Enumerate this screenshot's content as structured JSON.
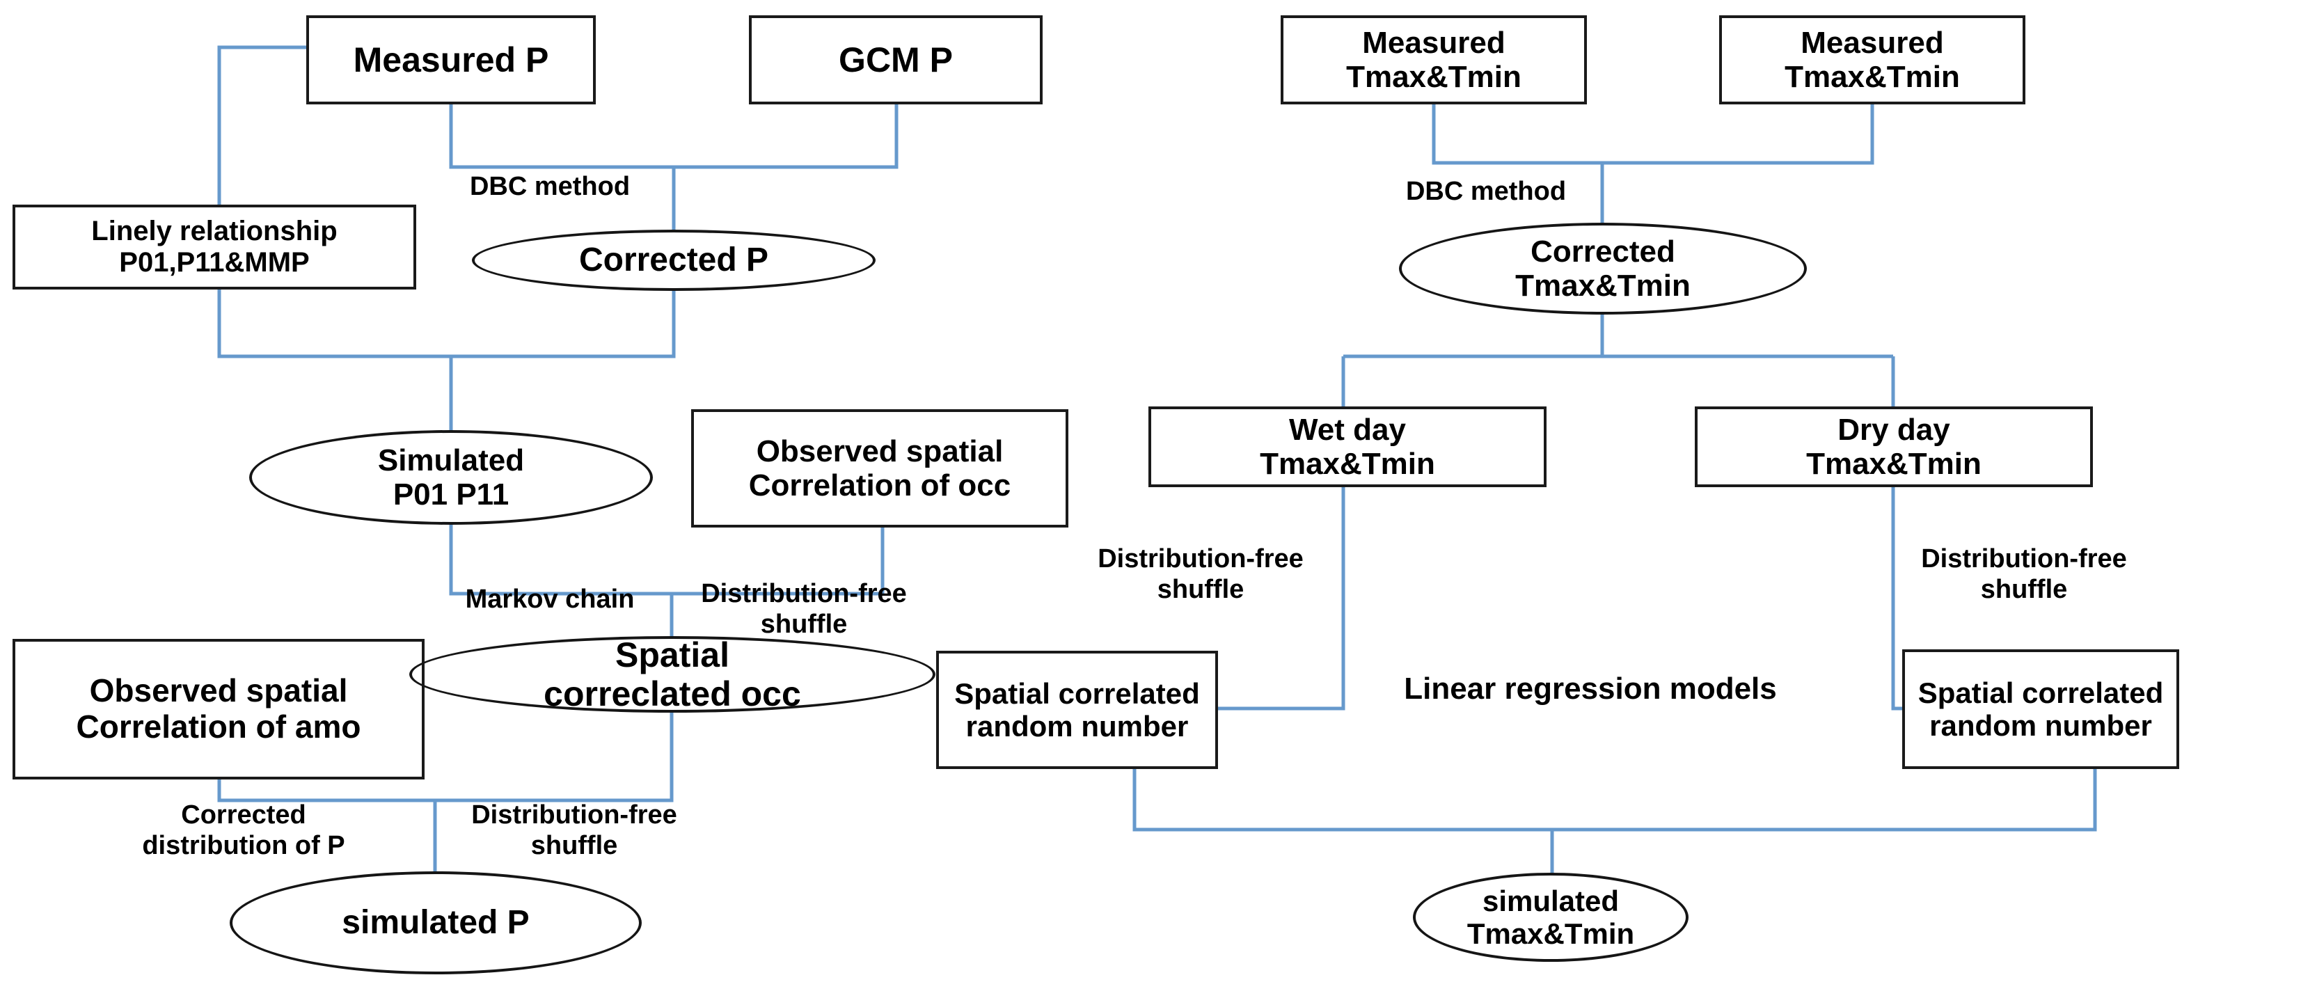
{
  "diagram": {
    "title": "Weather generator workflow for precipitation and temperature downscaling",
    "colors": {
      "connector": "#6699cc",
      "node_border": "#1a1a1a",
      "text": "#000000",
      "background": "#ffffff"
    },
    "nodes": [
      {
        "id": "measured-p",
        "shape": "box",
        "label": "Measured P"
      },
      {
        "id": "gcm-p",
        "shape": "box",
        "label": "GCM P"
      },
      {
        "id": "linely-relationship",
        "shape": "box",
        "label": "Linely relationship\nP01,P11&MMP"
      },
      {
        "id": "corrected-p",
        "shape": "ellipse",
        "label": "Corrected P"
      },
      {
        "id": "simulated-p01-p11",
        "shape": "ellipse",
        "label": "Simulated\nP01 P11"
      },
      {
        "id": "observed-corr-occ",
        "shape": "box",
        "label": "Observed spatial\nCorrelation of occ"
      },
      {
        "id": "observed-corr-amo",
        "shape": "box",
        "label": "Observed spatial\nCorrelation of amo"
      },
      {
        "id": "spatial-correclated-occ",
        "shape": "ellipse",
        "label": "Spatial\ncorreclated occ"
      },
      {
        "id": "simulated-p",
        "shape": "ellipse",
        "label": "simulated P"
      },
      {
        "id": "measured-t-left",
        "shape": "box",
        "label": "Measured\nTmax&Tmin"
      },
      {
        "id": "measured-t-right",
        "shape": "box",
        "label": "Measured\nTmax&Tmin"
      },
      {
        "id": "corrected-t",
        "shape": "ellipse",
        "label": "Corrected\nTmax&Tmin"
      },
      {
        "id": "wet-day-t",
        "shape": "box",
        "label": "Wet day\nTmax&Tmin"
      },
      {
        "id": "dry-day-t",
        "shape": "box",
        "label": "Dry day\nTmax&Tmin"
      },
      {
        "id": "random-number-left",
        "shape": "box",
        "label": "Spatial correlated\nrandom number"
      },
      {
        "id": "random-number-right",
        "shape": "box",
        "label": "Spatial correlated\nrandom number"
      },
      {
        "id": "simulated-t",
        "shape": "ellipse",
        "label": "simulated\nTmax&Tmin"
      }
    ],
    "edge_labels": [
      {
        "id": "dbc-method-p",
        "text": "DBC method"
      },
      {
        "id": "markov-chain",
        "text": "Markov chain"
      },
      {
        "id": "shuffle-occ",
        "text": "Distribution-free\nshuffle"
      },
      {
        "id": "corrected-distribution",
        "text": "Corrected\ndistribution of P"
      },
      {
        "id": "shuffle-amo",
        "text": "Distribution-free\nshuffle"
      },
      {
        "id": "dbc-method-t",
        "text": "DBC method"
      },
      {
        "id": "shuffle-wet",
        "text": "Distribution-free\nshuffle"
      },
      {
        "id": "shuffle-dry",
        "text": "Distribution-free\nshuffle"
      },
      {
        "id": "linear-regression",
        "text": "Linear regression models"
      }
    ]
  }
}
